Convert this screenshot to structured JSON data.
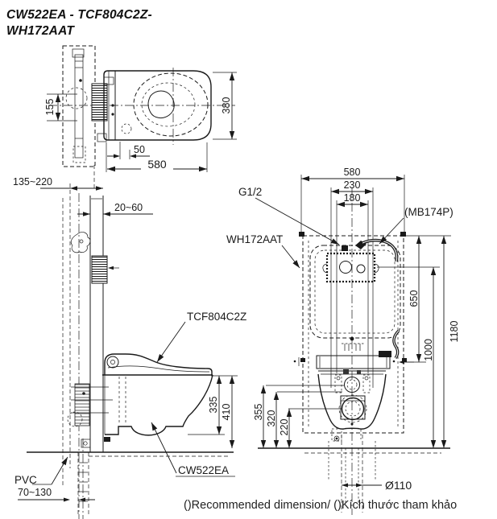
{
  "colors": {
    "ink": "#1a1a1a",
    "background": "#ffffff"
  },
  "title": {
    "line1": "CW522EA - TCF804C2Z-",
    "line2": "WH172AAT"
  },
  "footer": {
    "note": "()Recommended dimension/ ()Kích thước tham khảo"
  },
  "top_view": {
    "d155": "155",
    "d380": "380",
    "d50": "50",
    "d580": "580"
  },
  "side_view": {
    "d135_220": "135~220",
    "d20_60": "20~60",
    "d335": "335",
    "d410": "410",
    "d70_130": "70~130",
    "label_seat": "TCF804C2Z",
    "label_bowl": "CW522EA",
    "label_pipe": "PVC"
  },
  "front_view": {
    "d580": "580",
    "d230": "230",
    "d180": "180",
    "d650": "650",
    "d1000": "1000",
    "d1180": "1180",
    "d355": "355",
    "d320": "320",
    "d220": "220",
    "d110": "Ø110",
    "label_inlet": "G1/2",
    "label_part": "(MB174P)",
    "label_tank": "WH172AAT"
  }
}
